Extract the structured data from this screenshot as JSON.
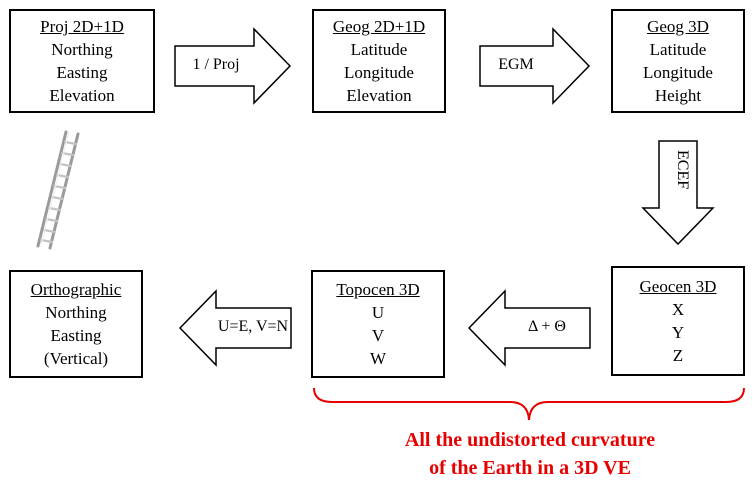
{
  "boxes": {
    "proj": {
      "title": "Proj 2D+1D",
      "lines": [
        "Northing",
        "Easting",
        "Elevation"
      ]
    },
    "geog2d": {
      "title": "Geog 2D+1D",
      "lines": [
        "Latitude",
        "Longitude",
        "Elevation"
      ]
    },
    "geog3d": {
      "title": "Geog 3D",
      "lines": [
        "Latitude",
        "Longitude",
        "Height"
      ]
    },
    "geocen": {
      "title": "Geocen 3D",
      "lines": [
        "X",
        "Y",
        "Z"
      ]
    },
    "topocen": {
      "title": "Topocen 3D",
      "lines": [
        "U",
        "V",
        "W"
      ]
    },
    "ortho": {
      "title": "Orthographic",
      "lines": [
        "Northing",
        "Easting",
        "(Vertical)"
      ]
    }
  },
  "arrows": {
    "inv_proj": "1 / Proj",
    "egm": "EGM",
    "ecef": "ECEF",
    "delta_theta": "Δ + Θ",
    "uv": "U=E, V=N"
  },
  "caption": {
    "line1": "All the undistorted curvature",
    "line2": "of the Earth in a 3D VE"
  },
  "colors": {
    "caption": "#e60000",
    "brace": "#e60000",
    "ladder": "#b0b0b0"
  },
  "icons": {
    "ladder": "ladder-icon"
  }
}
